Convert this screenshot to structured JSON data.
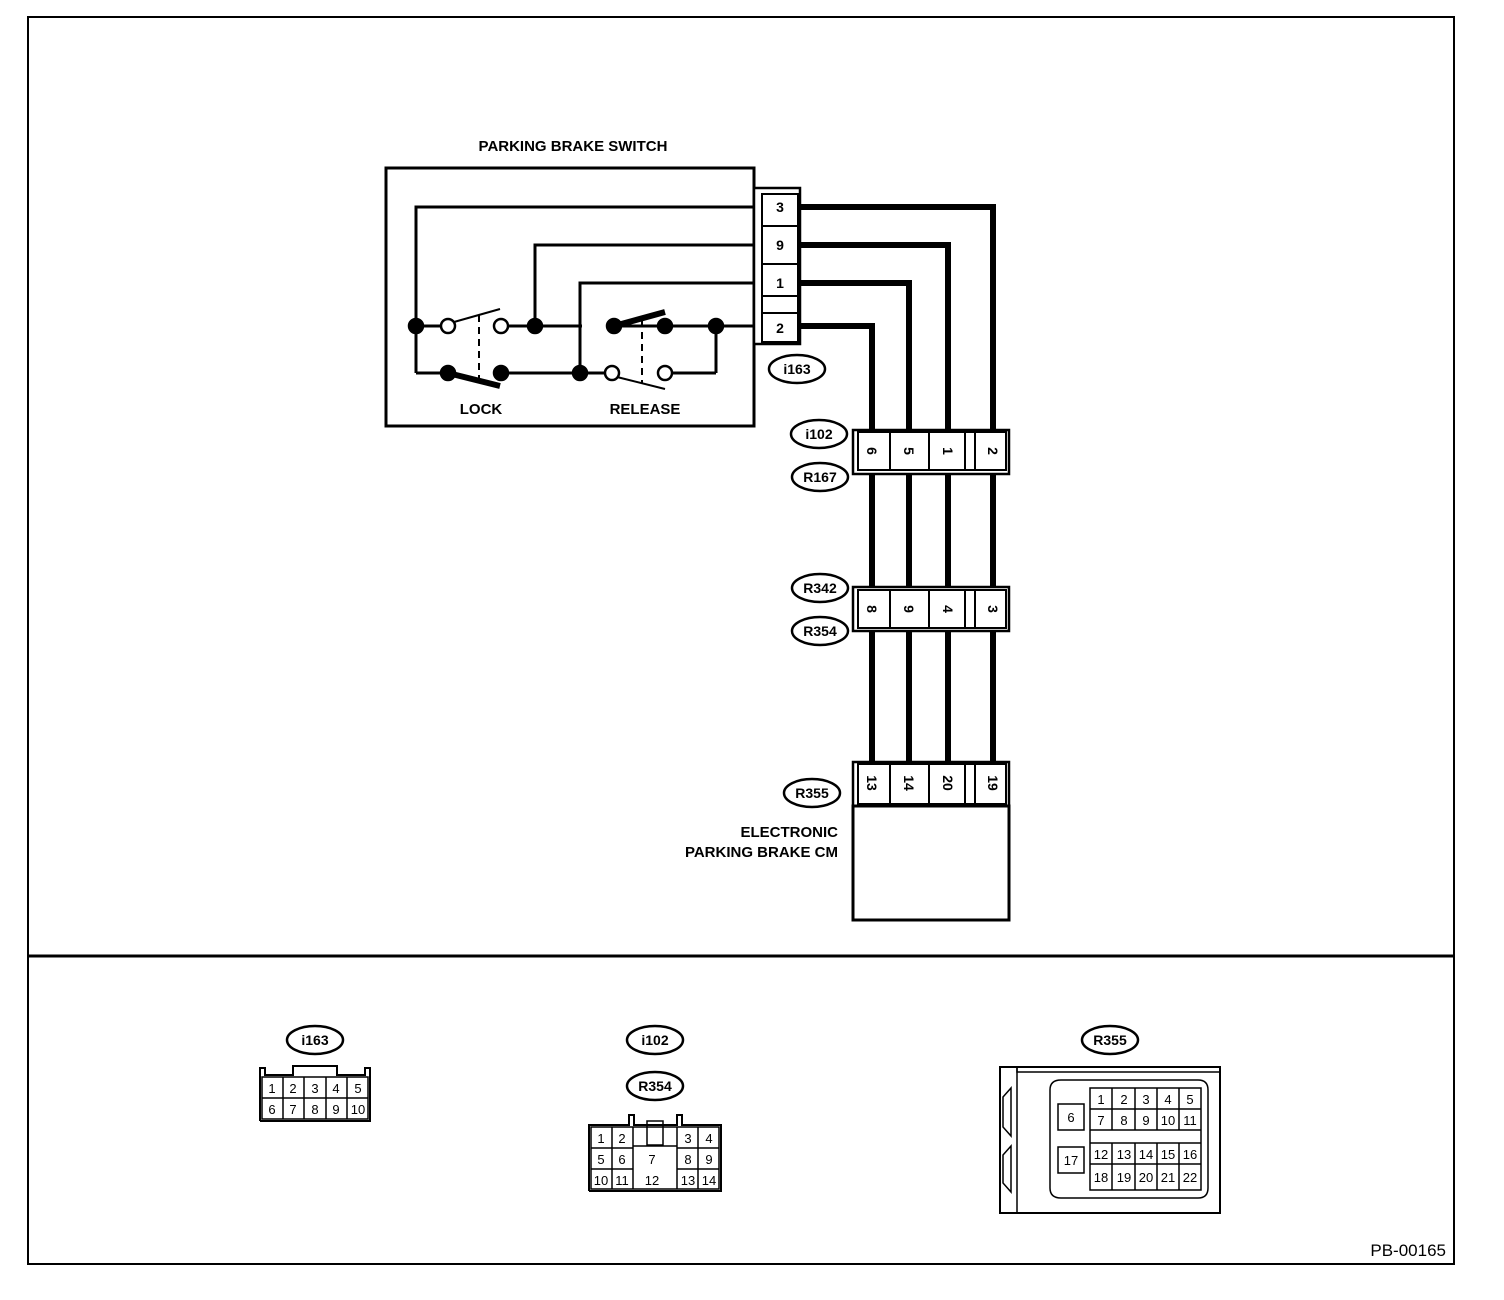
{
  "parking_brake_switch": {
    "title": "PARKING BRAKE SWITCH",
    "lock_label": "LOCK",
    "release_label": "RELEASE",
    "connector": "i163",
    "pins": [
      "3",
      "9",
      "1",
      "",
      "2"
    ]
  },
  "inline_connector_1": {
    "upper_tag": "i102",
    "lower_tag": "R167",
    "pins": [
      "6",
      "5",
      "1",
      "",
      "2"
    ]
  },
  "inline_connector_2": {
    "upper_tag": "R342",
    "lower_tag": "R354",
    "pins": [
      "8",
      "9",
      "4",
      "",
      "3"
    ]
  },
  "control_module": {
    "connector": "R355",
    "label_line1": "ELECTRONIC",
    "label_line2": "PARKING BRAKE CM",
    "pins": [
      "13",
      "14",
      "20",
      "",
      "19"
    ]
  },
  "connector_views": [
    {
      "tag": "i163",
      "rows": [
        [
          "1",
          "2",
          "3",
          "4",
          "5"
        ],
        [
          "6",
          "7",
          "8",
          "9",
          "10"
        ]
      ]
    },
    {
      "tags": [
        "i102",
        "R354"
      ],
      "rows": [
        [
          "1",
          "2",
          "",
          "3",
          "4"
        ],
        [
          "5",
          "6",
          "7",
          "8",
          "9"
        ],
        [
          "10",
          "11",
          "12",
          "13",
          "14"
        ]
      ]
    },
    {
      "tag": "R355",
      "single_pins": [
        "6",
        "17"
      ],
      "rows": [
        [
          "1",
          "2",
          "3",
          "4",
          "5"
        ],
        [
          "7",
          "8",
          "9",
          "10",
          "11"
        ],
        [
          "12",
          "13",
          "14",
          "15",
          "16"
        ],
        [
          "18",
          "19",
          "20",
          "21",
          "22"
        ]
      ]
    }
  ],
  "diagram_code": "PB-00165"
}
